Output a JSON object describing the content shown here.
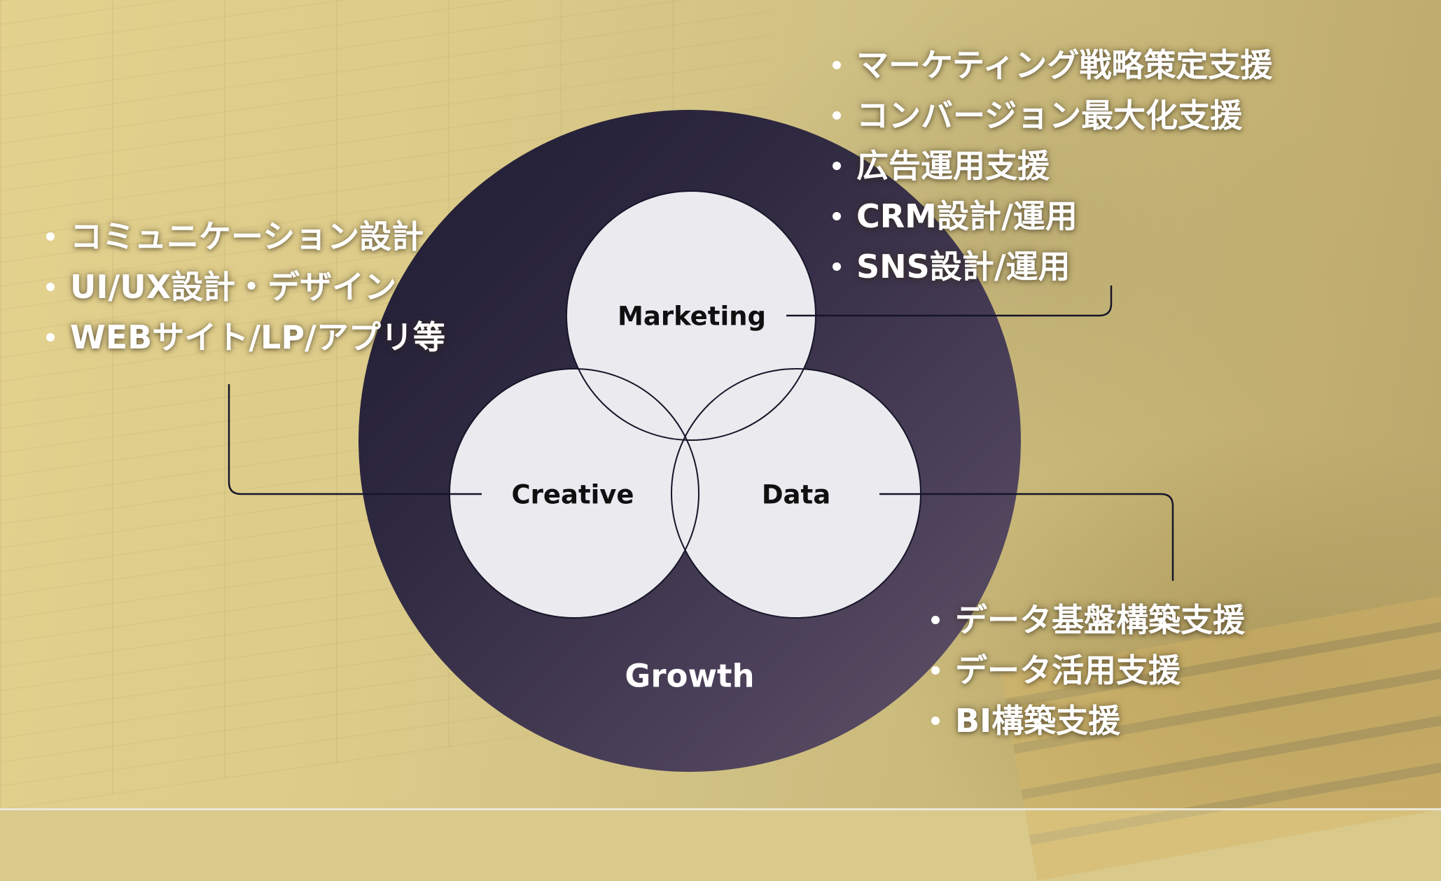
{
  "diagram": {
    "outer_label": "Growth",
    "circles": [
      {
        "id": "marketing",
        "label": "Marketing"
      },
      {
        "id": "creative",
        "label": "Creative"
      },
      {
        "id": "data",
        "label": "Data"
      }
    ]
  },
  "lists": {
    "marketing": [
      "マーケティング戦略策定支援",
      "コンバージョン最大化支援",
      "広告運用支援",
      "CRM設計/運用",
      "SNS設計/運用"
    ],
    "creative": [
      "コミュニケーション設計",
      "UI/UX設計・デザイン",
      "WEBサイト/LP/アプリ等"
    ],
    "data": [
      "データ基盤構築支援",
      "データ活用支援",
      "BI構築支援"
    ]
  },
  "colors": {
    "outer_circle_start": "#1f1c33",
    "outer_circle_end": "#625368",
    "inner_circle_fill": "#ebeaef",
    "stroke": "#161528",
    "text_on_background": "#ffffff",
    "background_tint": "#d9c98a"
  }
}
